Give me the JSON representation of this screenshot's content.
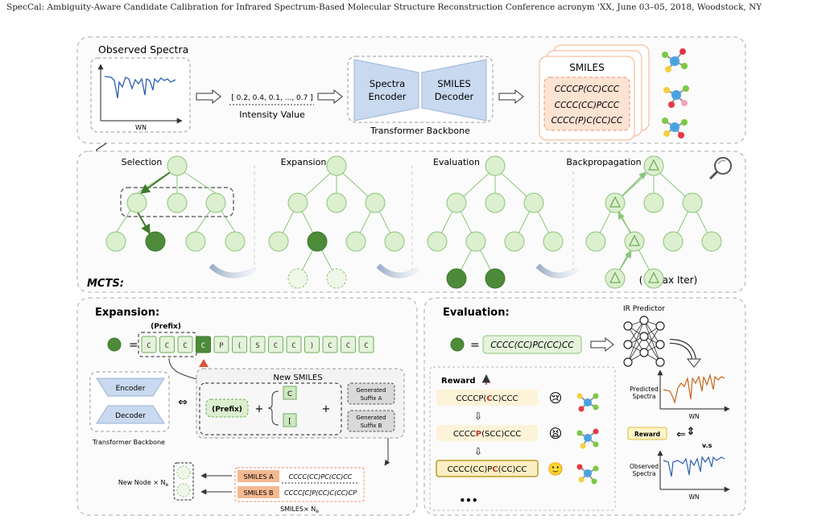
{
  "header": {
    "running_title": "SpecCal: Ambiguity-Aware Candidate Calibration for Infrared Spectrum-Based Molecular Structure Reconstruction",
    "conference": "Conference acronym 'XX, June 03–05, 2018, Woodstock, NY"
  },
  "top_panel": {
    "observed_spectra": "Observed Spectra",
    "wn": "WN",
    "vector": "[ 0.2, 0.4, 0.1, ..., 0.7 ]",
    "intensity": "Intensity Value",
    "encoder": [
      "Spectra",
      "Encoder"
    ],
    "decoder": [
      "SMILES",
      "Decoder"
    ],
    "backbone": "Transformer Backbone",
    "smiles_title": "SMILES",
    "smiles": [
      "CCCCP(CC)CCC",
      "CCCC(CC)PCCC",
      "CCCC(P)C(CC)CC"
    ]
  },
  "mcts": {
    "label": "MCTS:",
    "steps": [
      "Selection",
      "Expansion",
      "Evaluation",
      "Backpropagation"
    ],
    "max_iter": "(× Max Iter)"
  },
  "expansion_panel": {
    "title": "Expansion:",
    "prefix": "(Prefix)",
    "tokens": [
      "C",
      "C",
      "C",
      "C",
      "P",
      "(",
      "S",
      "C",
      "C",
      ")",
      "C",
      "C",
      "C"
    ],
    "new_smiles": "New SMILES",
    "prefix_node": "(Prefix)",
    "choices": [
      "C",
      "["
    ],
    "suffix_a": [
      "Generated",
      "Suffix A"
    ],
    "suffix_b": [
      "Generated",
      "Suffix B"
    ],
    "encoder": "Encoder",
    "decoder": "Decoder",
    "backbone": "Transformer Backbone",
    "smiles_a_label": "SMILES A",
    "smiles_a": "CCCC(CC)PC(CC)CC",
    "smiles_b_label": "SMILES B",
    "smiles_b": "CCCC[C]P(CC)C(CC)CP",
    "smiles_ne": "SMILES× N",
    "smiles_ne_sub": "e",
    "new_node": "New Node × N",
    "new_node_sub": "e"
  },
  "evaluation_panel": {
    "title": "Evaluation:",
    "smiles": "CCCC(CC)PC(CC)CC",
    "ir_predictor": "IR Predictor",
    "predicted_spectra": [
      "Predicted",
      "Spectra"
    ],
    "wn": "WN",
    "reward": "Reward",
    "reward_box": "Reward",
    "vs": "v.s",
    "observed_spectra": [
      "Observed",
      "Spectra"
    ],
    "wn2": "WN",
    "candidates": [
      {
        "pre": "CCCCP(",
        "hl": "C",
        "post": "C)CCC",
        "face": "😢"
      },
      {
        "pre": "CCCC",
        "hl": "P",
        "post": "(SCC)CCC",
        "face": "😫"
      },
      {
        "pre": "CCCC(CC)P",
        "hl": "C",
        "post": "(CC)CC",
        "face": "🙂"
      }
    ],
    "ellipsis": "•••"
  },
  "colors": {
    "node_light": "#dcefcf",
    "node_border": "#8cc47a",
    "node_dark": "#4d8a3a",
    "smiles_bg": "#fde3d2",
    "encoder_fill": "#c9d9ef",
    "spectrum_blue": "#2f5fb5",
    "spectrum_orange": "#c8651b"
  }
}
